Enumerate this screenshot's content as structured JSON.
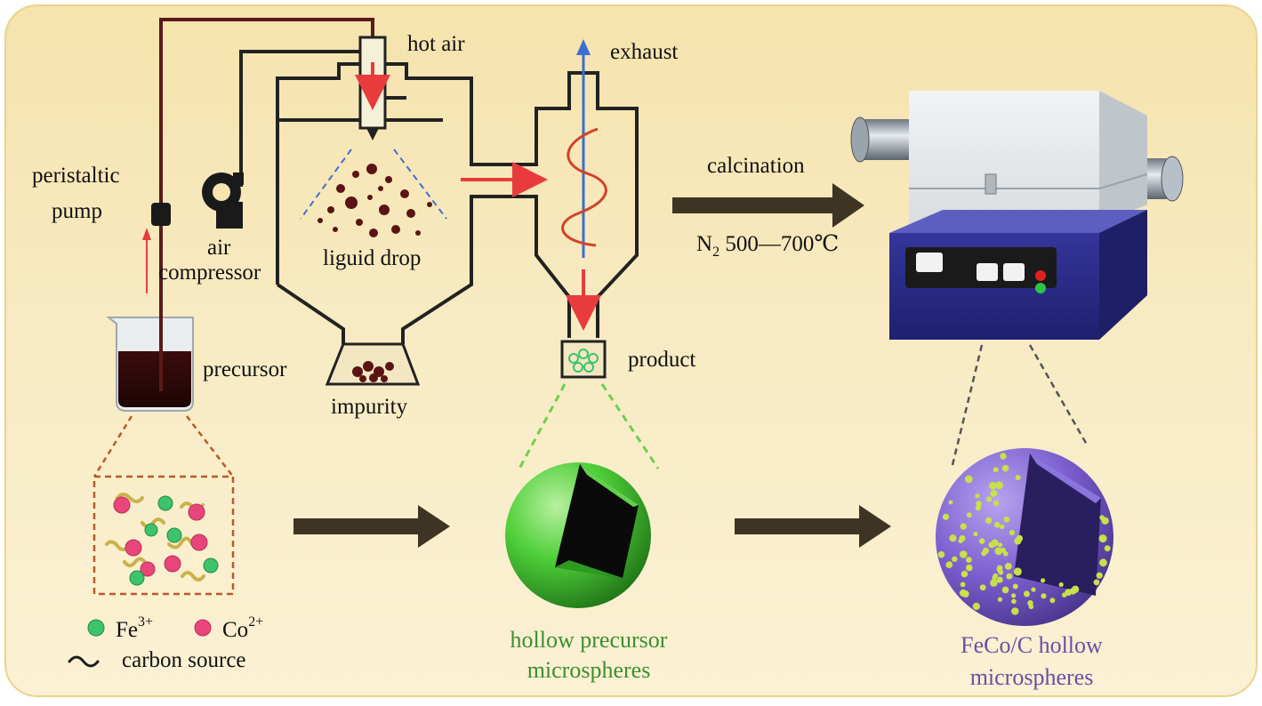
{
  "labels": {
    "hot_air": "hot air",
    "exhaust": "exhaust",
    "peristaltic": "peristaltic",
    "pump": "pump",
    "air": "air",
    "compressor": "compressor",
    "liquid_drop": "liguid drop",
    "impurity": "impurity",
    "precursor": "precursor",
    "product": "product",
    "calcination": "calcination",
    "calc_n": "N",
    "calc_sub": "2",
    "calc_temp": " 500—700℃",
    "fe": "Fe",
    "fe_sup": "3+",
    "co": "Co",
    "co_sup": "2+",
    "carbon_source": "carbon source",
    "hollow_precursor_1": "hollow precursor",
    "hollow_precursor_2": "microspheres",
    "feco_1": "FeCo/C hollow",
    "feco_2": "microspheres"
  },
  "colors": {
    "background_top": "#f6e6b4",
    "background_bottom": "#fbf3d6",
    "pipe": "#222222",
    "feed_tube": "#5a1a1a",
    "flow_arrow": "#e83c3c",
    "exhaust_arrow": "#3a6fd0",
    "process_arrow": "#3d3424",
    "green_text": "#3c8f2e",
    "purple_text": "#6a4fa3",
    "fe_ion": "#3cc36b",
    "co_ion": "#e8467a",
    "furnace_blue": "#2d2f8f"
  }
}
